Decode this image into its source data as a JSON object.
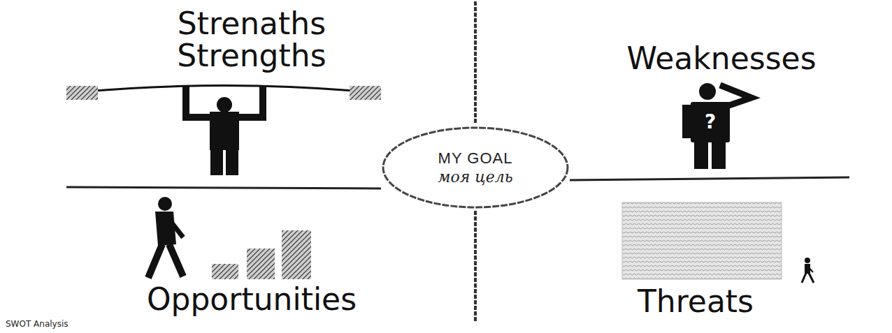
{
  "diagram": {
    "caption": "SWOT Analysis",
    "nodes": [
      {
        "text": [
          "MY GOAL",
          "моя цель"
        ]
      }
    ],
    "labels": [
      "Strenaths",
      "Strengths",
      "Weaknesses",
      "Opportunities",
      "Threats",
      "?"
    ]
  }
}
